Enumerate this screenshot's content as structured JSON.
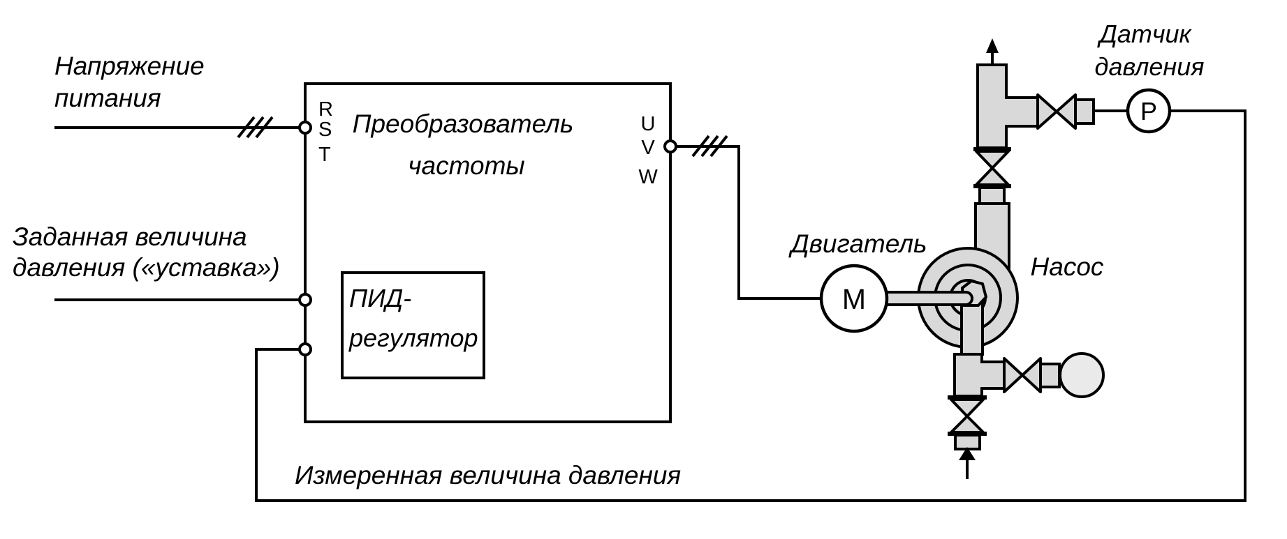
{
  "diagram": {
    "labels": {
      "supply_voltage_line1": "Напряжение",
      "supply_voltage_line2": "питания",
      "setpoint_line1": "Заданная величина",
      "setpoint_line2": "давления («уставка»)",
      "converter_line1": "Преобразователь",
      "converter_line2": "частоты",
      "pid_line1": "ПИД-",
      "pid_line2": "регулятор",
      "measured_pressure": "Измеренная величина давления",
      "motor": "Двигатель",
      "pump": "Насос",
      "pressure_sensor_line1": "Датчик",
      "pressure_sensor_line2": "давления"
    },
    "terminals": {
      "input": [
        "R",
        "S",
        "T"
      ],
      "output": [
        "U",
        "V",
        "W"
      ]
    },
    "symbols": {
      "motor_letter": "М",
      "sensor_letter": "Р"
    },
    "colors": {
      "line": "#000000",
      "pipe_fill": "#d9d9d9",
      "vessel_fill": "#eaeaea",
      "background": "#ffffff"
    }
  }
}
